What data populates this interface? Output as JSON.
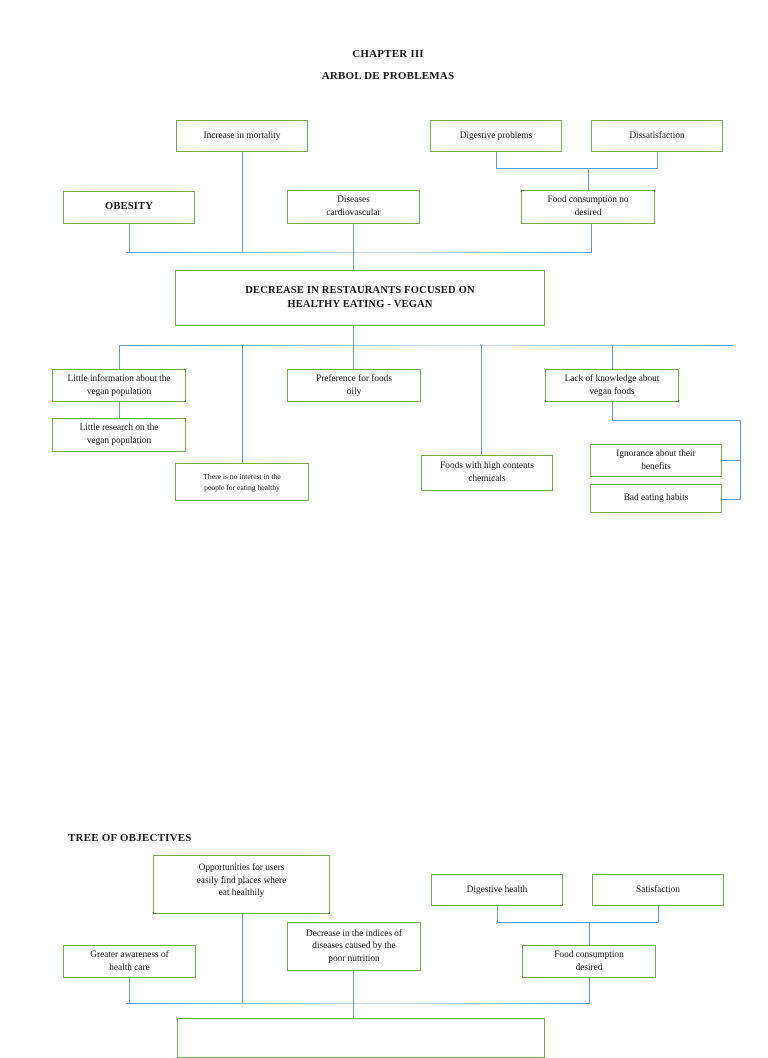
{
  "document": {
    "headings": {
      "chapter": "CHAPTER III",
      "problem_tree_title": "ARBOL DE PROBLEMAS",
      "objective_tree_title": "TREE OF OBJECTIVES"
    }
  },
  "problem_tree": {
    "effects_row1": [
      {
        "id": "increase-in-mortality",
        "label": "Increase in mortality"
      },
      {
        "id": "digestive-problems",
        "label": "Digestive problems"
      },
      {
        "id": "dissatisfaction",
        "label": "Dissatisfaction"
      }
    ],
    "effects_row2": [
      {
        "id": "obesity",
        "label": "OBESITY"
      },
      {
        "id": "diseases-cardiovascular",
        "label": "Diseases\ncardiovascular"
      },
      {
        "id": "food-consumption-no-desired",
        "label": "Food consumption no\ndesired"
      }
    ],
    "core_problem": {
      "id": "core-problem",
      "label": "DECREASE IN RESTAURANTS FOCUSED ON\nHEALTHY EATING - VEGAN"
    },
    "causes": [
      {
        "id": "little-information-vegan-population",
        "label": "Little information about the\nvegan population"
      },
      {
        "id": "preference-for-foods-oily",
        "label": "Preference for foods\noily"
      },
      {
        "id": "lack-of-knowledge-vegan-foods",
        "label": "Lack of knowledge about\nvegan foods"
      },
      {
        "id": "little-research-vegan-population",
        "label": "Little research on the\nvegan population"
      },
      {
        "id": "no-interest-eating-healthy",
        "label": "There is no interest in the\npeople for eating healthy"
      },
      {
        "id": "foods-high-contents-chemicals",
        "label": "Foods with high contents\nchemicals"
      },
      {
        "id": "ignorance-about-benefits",
        "label": "Ignorance about their\nbenefits"
      },
      {
        "id": "bad-eating-habits",
        "label": "Bad eating habits"
      }
    ]
  },
  "objective_tree": {
    "row1": [
      {
        "id": "opportunities-for-users",
        "label": "Opportunities for users\neasily find places where\neat healthily"
      },
      {
        "id": "digestive-health",
        "label": "Digestive health"
      },
      {
        "id": "satisfaction",
        "label": "Satisfaction"
      }
    ],
    "row2": [
      {
        "id": "greater-awareness-health-care",
        "label": "Greater awareness of\nhealth care"
      },
      {
        "id": "decrease-indices-diseases",
        "label": "Decrease in the indices of\ndiseases caused by the\npoor nutrition"
      },
      {
        "id": "food-consumption-desired",
        "label": "Food consumption\ndesired"
      }
    ]
  },
  "colors": {
    "box_border": "#71ad47",
    "connector": "#5b9bd5",
    "text": "#151515",
    "background": "#ffffff"
  }
}
